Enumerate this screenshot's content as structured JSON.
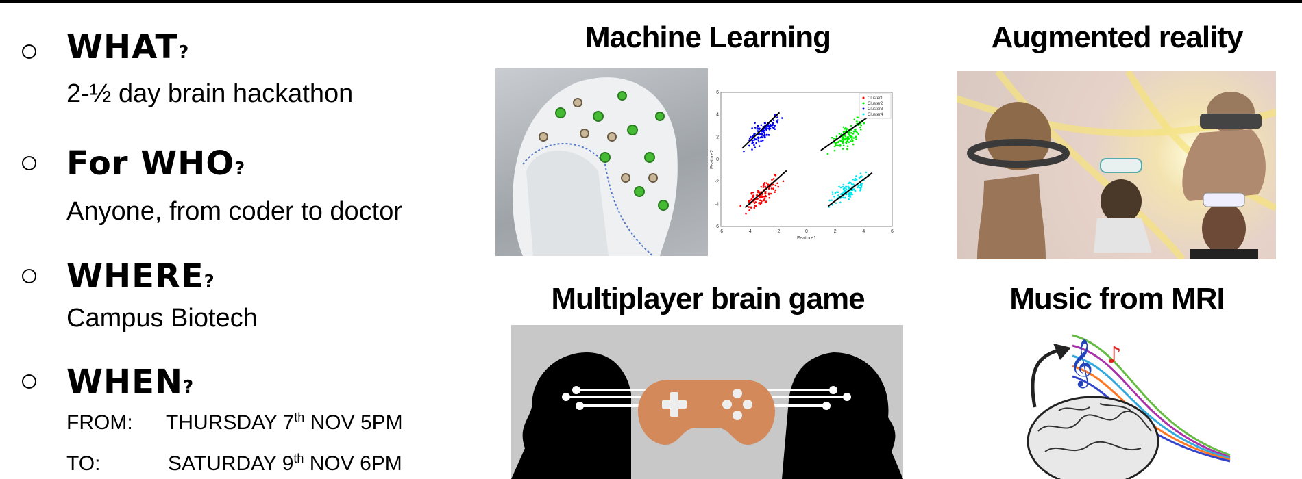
{
  "sections": [
    {
      "heading": "WHAT",
      "mark": "?",
      "detail": "2-½ day brain hackathon"
    },
    {
      "heading": "For WHO",
      "mark": "?",
      "detail": "Anyone, from coder to doctor"
    },
    {
      "heading": "WHERE",
      "mark": "?",
      "detail": "Campus Biotech"
    },
    {
      "heading": "WHEN",
      "mark": "?"
    }
  ],
  "when": {
    "from_label": "FROM:",
    "from_day": "THURSDAY 7",
    "from_sup": "th",
    "from_rest": "NOV 5PM",
    "to_label": "TO:",
    "to_day": "SATURDAY 9",
    "to_sup": "th",
    "to_rest": "NOV 6PM"
  },
  "panels": {
    "ml": "Machine Learning",
    "ar": "Augmented reality",
    "game": "Multiplayer brain game",
    "music": "Music from MRI"
  },
  "chart_data": {
    "type": "scatter",
    "xlabel": "Feature1",
    "ylabel": "Feature2",
    "xlim": [
      -6,
      6
    ],
    "ylim": [
      -6,
      6
    ],
    "xticks": [
      -6,
      -4,
      -2,
      0,
      2,
      4,
      6
    ],
    "yticks": [
      -6,
      -4,
      -2,
      0,
      2,
      4,
      6
    ],
    "legend_position": "top-right",
    "series": [
      {
        "name": "Cluster1",
        "color": "#ff0000",
        "center": [
          -3,
          -3
        ],
        "fit_line": [
          [
            -4.3,
            -4.3
          ],
          [
            -1.4,
            -1.0
          ]
        ]
      },
      {
        "name": "Cluster2",
        "color": "#00ee00",
        "center": [
          3,
          2.3
        ],
        "fit_line": [
          [
            1,
            0.8
          ],
          [
            4.2,
            3.7
          ]
        ]
      },
      {
        "name": "Cluster3",
        "color": "#0000ff",
        "center": [
          -3,
          2.5
        ],
        "fit_line": [
          [
            -4.5,
            1
          ],
          [
            -1.9,
            4.2
          ]
        ]
      },
      {
        "name": "Cluster4",
        "color": "#00e5ee",
        "center": [
          3,
          -2.7
        ],
        "fit_line": [
          [
            1.5,
            -4.2
          ],
          [
            4.6,
            -1.2
          ]
        ]
      }
    ]
  },
  "colors": {
    "controller": "#d4895a",
    "game_bg": "#c8c8c8"
  }
}
